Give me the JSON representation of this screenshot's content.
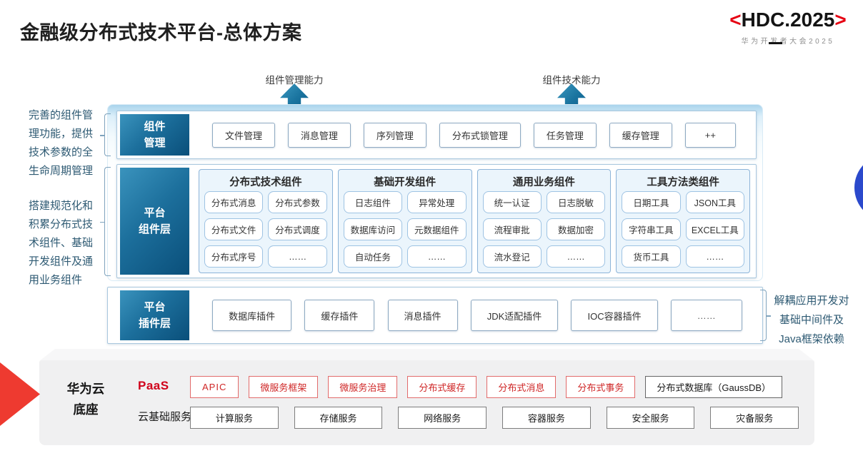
{
  "title": "金融级分布式技术平台-总体方案",
  "logo": {
    "left_chevron": "<",
    "text": "HDC.2025",
    "right_chevron": ">",
    "subtitle": "华为开发者大会2025"
  },
  "top_arrows": [
    {
      "label": "组件管理能力"
    },
    {
      "label": "组件技术能力"
    }
  ],
  "annotations": {
    "left_top": "完善的组件管理功能，提供技术参数的全生命周期管理",
    "left_bottom": "搭建规范化和积累分布式技术组件、基础开发组件及通用业务组件",
    "right": "解耦应用开发对基础中间件及Java框架依赖"
  },
  "rows": {
    "component_mgmt": {
      "label": [
        "组件",
        "管理"
      ],
      "items": [
        "文件管理",
        "消息管理",
        "序列管理",
        "分布式锁管理",
        "任务管理",
        "缓存管理",
        "++"
      ]
    },
    "platform_components": {
      "label": [
        "平台",
        "组件层"
      ],
      "columns": [
        {
          "title": "分布式技术组件",
          "items": [
            "分布式消息",
            "分布式参数",
            "分布式文件",
            "分布式调度",
            "分布式序号",
            "……"
          ]
        },
        {
          "title": "基础开发组件",
          "items": [
            "日志组件",
            "异常处理",
            "数据库访问",
            "元数据组件",
            "自动任务",
            "……"
          ]
        },
        {
          "title": "通用业务组件",
          "items": [
            "统一认证",
            "日志脱敏",
            "流程审批",
            "数据加密",
            "流水登记",
            "……"
          ]
        },
        {
          "title": "工具方法类组件",
          "items": [
            "日期工具",
            "JSON工具",
            "字符串工具",
            "EXCEL工具",
            "货币工具",
            "……"
          ]
        }
      ]
    },
    "platform_plugins": {
      "label": [
        "平台",
        "插件层"
      ],
      "items": [
        "数据库插件",
        "缓存插件",
        "消息插件",
        "JDK适配插件",
        "IOC容器插件",
        "……"
      ]
    }
  },
  "foundation": {
    "label": [
      "华为云",
      "底座"
    ],
    "paas": {
      "label": "PaaS",
      "highlight_items": [
        "APIC",
        "微服务框架",
        "微服务治理",
        "分布式缓存",
        "分布式消息",
        "分布式事务"
      ],
      "normal_item": "分布式数据库（GaussDB）"
    },
    "cloud_base": {
      "label": "云基础服务",
      "items": [
        "计算服务",
        "存储服务",
        "网络服务",
        "容器服务",
        "安全服务",
        "灾备服务"
      ]
    }
  },
  "colors": {
    "brand_red": "#d0021b",
    "label_gradient_start": "#3a93bd",
    "label_gradient_end": "#0a4f7a",
    "arrow_teal": "#1a749f",
    "panel_border": "#a9c7de",
    "column_bg": "#ebf5fc",
    "annotation_text": "#2e5a73",
    "foundation_bg": "#f0f0f1",
    "highlight_box_border": "#e26b6b",
    "blue_circle": "#2b49cc",
    "red_arrow": "#ee3a30"
  }
}
